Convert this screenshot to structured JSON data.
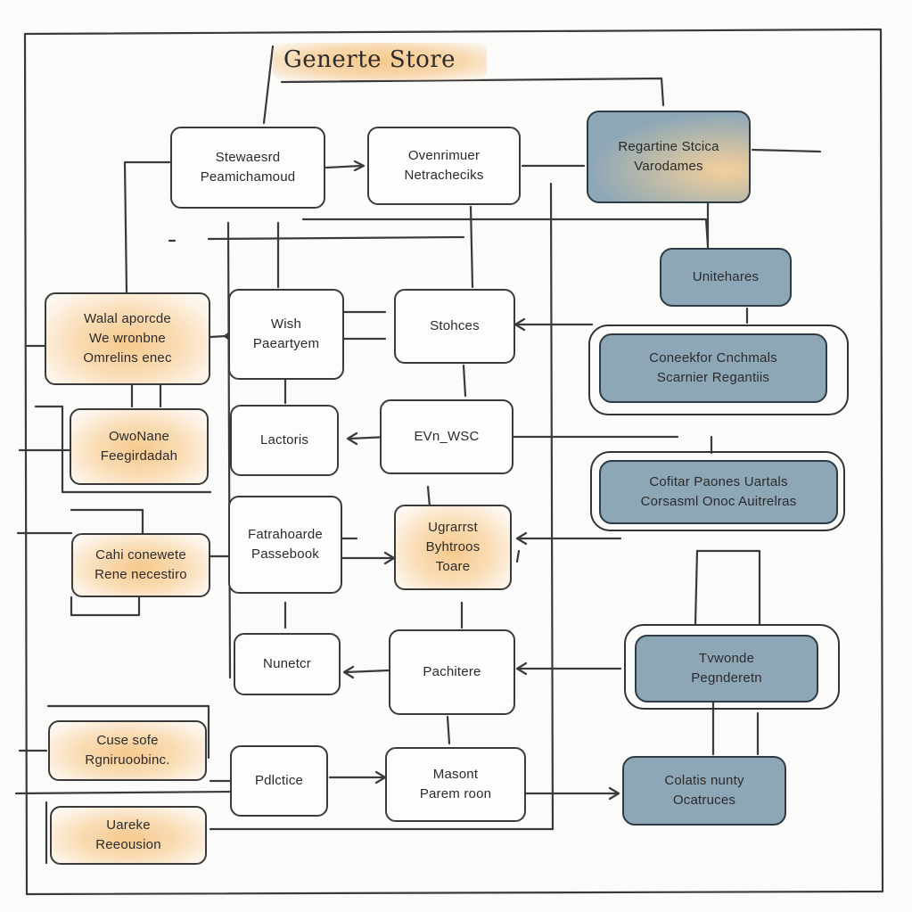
{
  "title": "Generte Store",
  "nodes": {
    "steward": [
      "Stewaesrd",
      "Peamichamoud"
    ],
    "overview": [
      "Ovenrimuer",
      "Netracheciks"
    ],
    "regarding": [
      "Regartine Stcica",
      "Varodames"
    ],
    "unitehares": [
      "Unitehares"
    ],
    "wish": [
      "Wish",
      "Paeartyem"
    ],
    "stohces": [
      "Stohces"
    ],
    "orange1": [
      "Walal aporcde",
      "We wronbne",
      "Omrelins enec"
    ],
    "orange2": [
      "OwoNane",
      "Feegirdadah"
    ],
    "orange3": [
      "Cahi conewete",
      "Rene necestiro"
    ],
    "lactoris": [
      "Lactoris"
    ],
    "evnwsc": [
      "EVn_WSC"
    ],
    "contexto": [
      "Coneekfor Cnchmals",
      "Scarnier Regantiis"
    ],
    "cofitar": [
      "Cofitar Paones Uartals",
      "Corsasml Onoc Auitrelras"
    ],
    "fatrahoarde": [
      "Fatrahoarde",
      "Passebook"
    ],
    "vgranst": [
      "Ugrarrst",
      "Byhtroos",
      "Toare"
    ],
    "nunetcr": [
      "Nunetcr"
    ],
    "pachitere": [
      "Pachitere"
    ],
    "tvwonde": [
      "Tvwonde",
      "Pegnderetn"
    ],
    "orange4": [
      "Cuse sofe",
      "Rgniruoobinc."
    ],
    "pdlctice": [
      "Pdlctice"
    ],
    "masont": [
      "Masont",
      "Parem roon"
    ],
    "colatis": [
      "Colatis nunty",
      "Ocatruces"
    ],
    "orange5": [
      "Uareke",
      "Reeousion"
    ]
  },
  "colors": {
    "ink": "#3a3a3a",
    "orange_highlight": "#f7c98e",
    "blue_fill": "#8ea7b7",
    "paper": "#fbfbf9"
  }
}
